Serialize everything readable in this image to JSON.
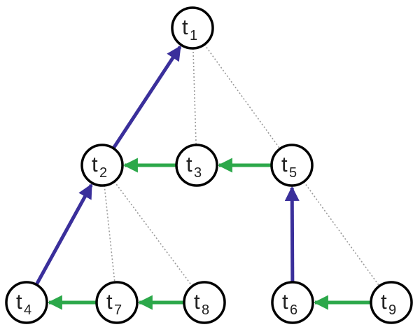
{
  "colors": {
    "blue_arrow": "#3a2f9b",
    "green_arrow": "#2ca84a",
    "tree_edge": "#999999",
    "node_stroke": "#000000",
    "node_fill": "#ffffff"
  },
  "nodes": [
    {
      "id": "t1",
      "main": "t",
      "sub": "1"
    },
    {
      "id": "t2",
      "main": "t",
      "sub": "2"
    },
    {
      "id": "t3",
      "main": "t",
      "sub": "3"
    },
    {
      "id": "t4",
      "main": "t",
      "sub": "4"
    },
    {
      "id": "t5",
      "main": "t",
      "sub": "5"
    },
    {
      "id": "t6",
      "main": "t",
      "sub": "6"
    },
    {
      "id": "t7",
      "main": "t",
      "sub": "7"
    },
    {
      "id": "t8",
      "main": "t",
      "sub": "8"
    },
    {
      "id": "t9",
      "main": "t",
      "sub": "9"
    }
  ],
  "tree_edges": [
    {
      "from": "t1",
      "to": "t2"
    },
    {
      "from": "t1",
      "to": "t3"
    },
    {
      "from": "t1",
      "to": "t5"
    },
    {
      "from": "t2",
      "to": "t4"
    },
    {
      "from": "t2",
      "to": "t7"
    },
    {
      "from": "t2",
      "to": "t8"
    },
    {
      "from": "t5",
      "to": "t6"
    },
    {
      "from": "t5",
      "to": "t9"
    }
  ],
  "arrows": [
    {
      "from": "t2",
      "to": "t1",
      "color": "blue"
    },
    {
      "from": "t4",
      "to": "t2",
      "color": "blue"
    },
    {
      "from": "t6",
      "to": "t5",
      "color": "blue"
    },
    {
      "from": "t3",
      "to": "t2",
      "color": "green"
    },
    {
      "from": "t5",
      "to": "t3",
      "color": "green"
    },
    {
      "from": "t7",
      "to": "t4",
      "color": "green"
    },
    {
      "from": "t8",
      "to": "t7",
      "color": "green"
    },
    {
      "from": "t9",
      "to": "t6",
      "color": "green"
    }
  ]
}
